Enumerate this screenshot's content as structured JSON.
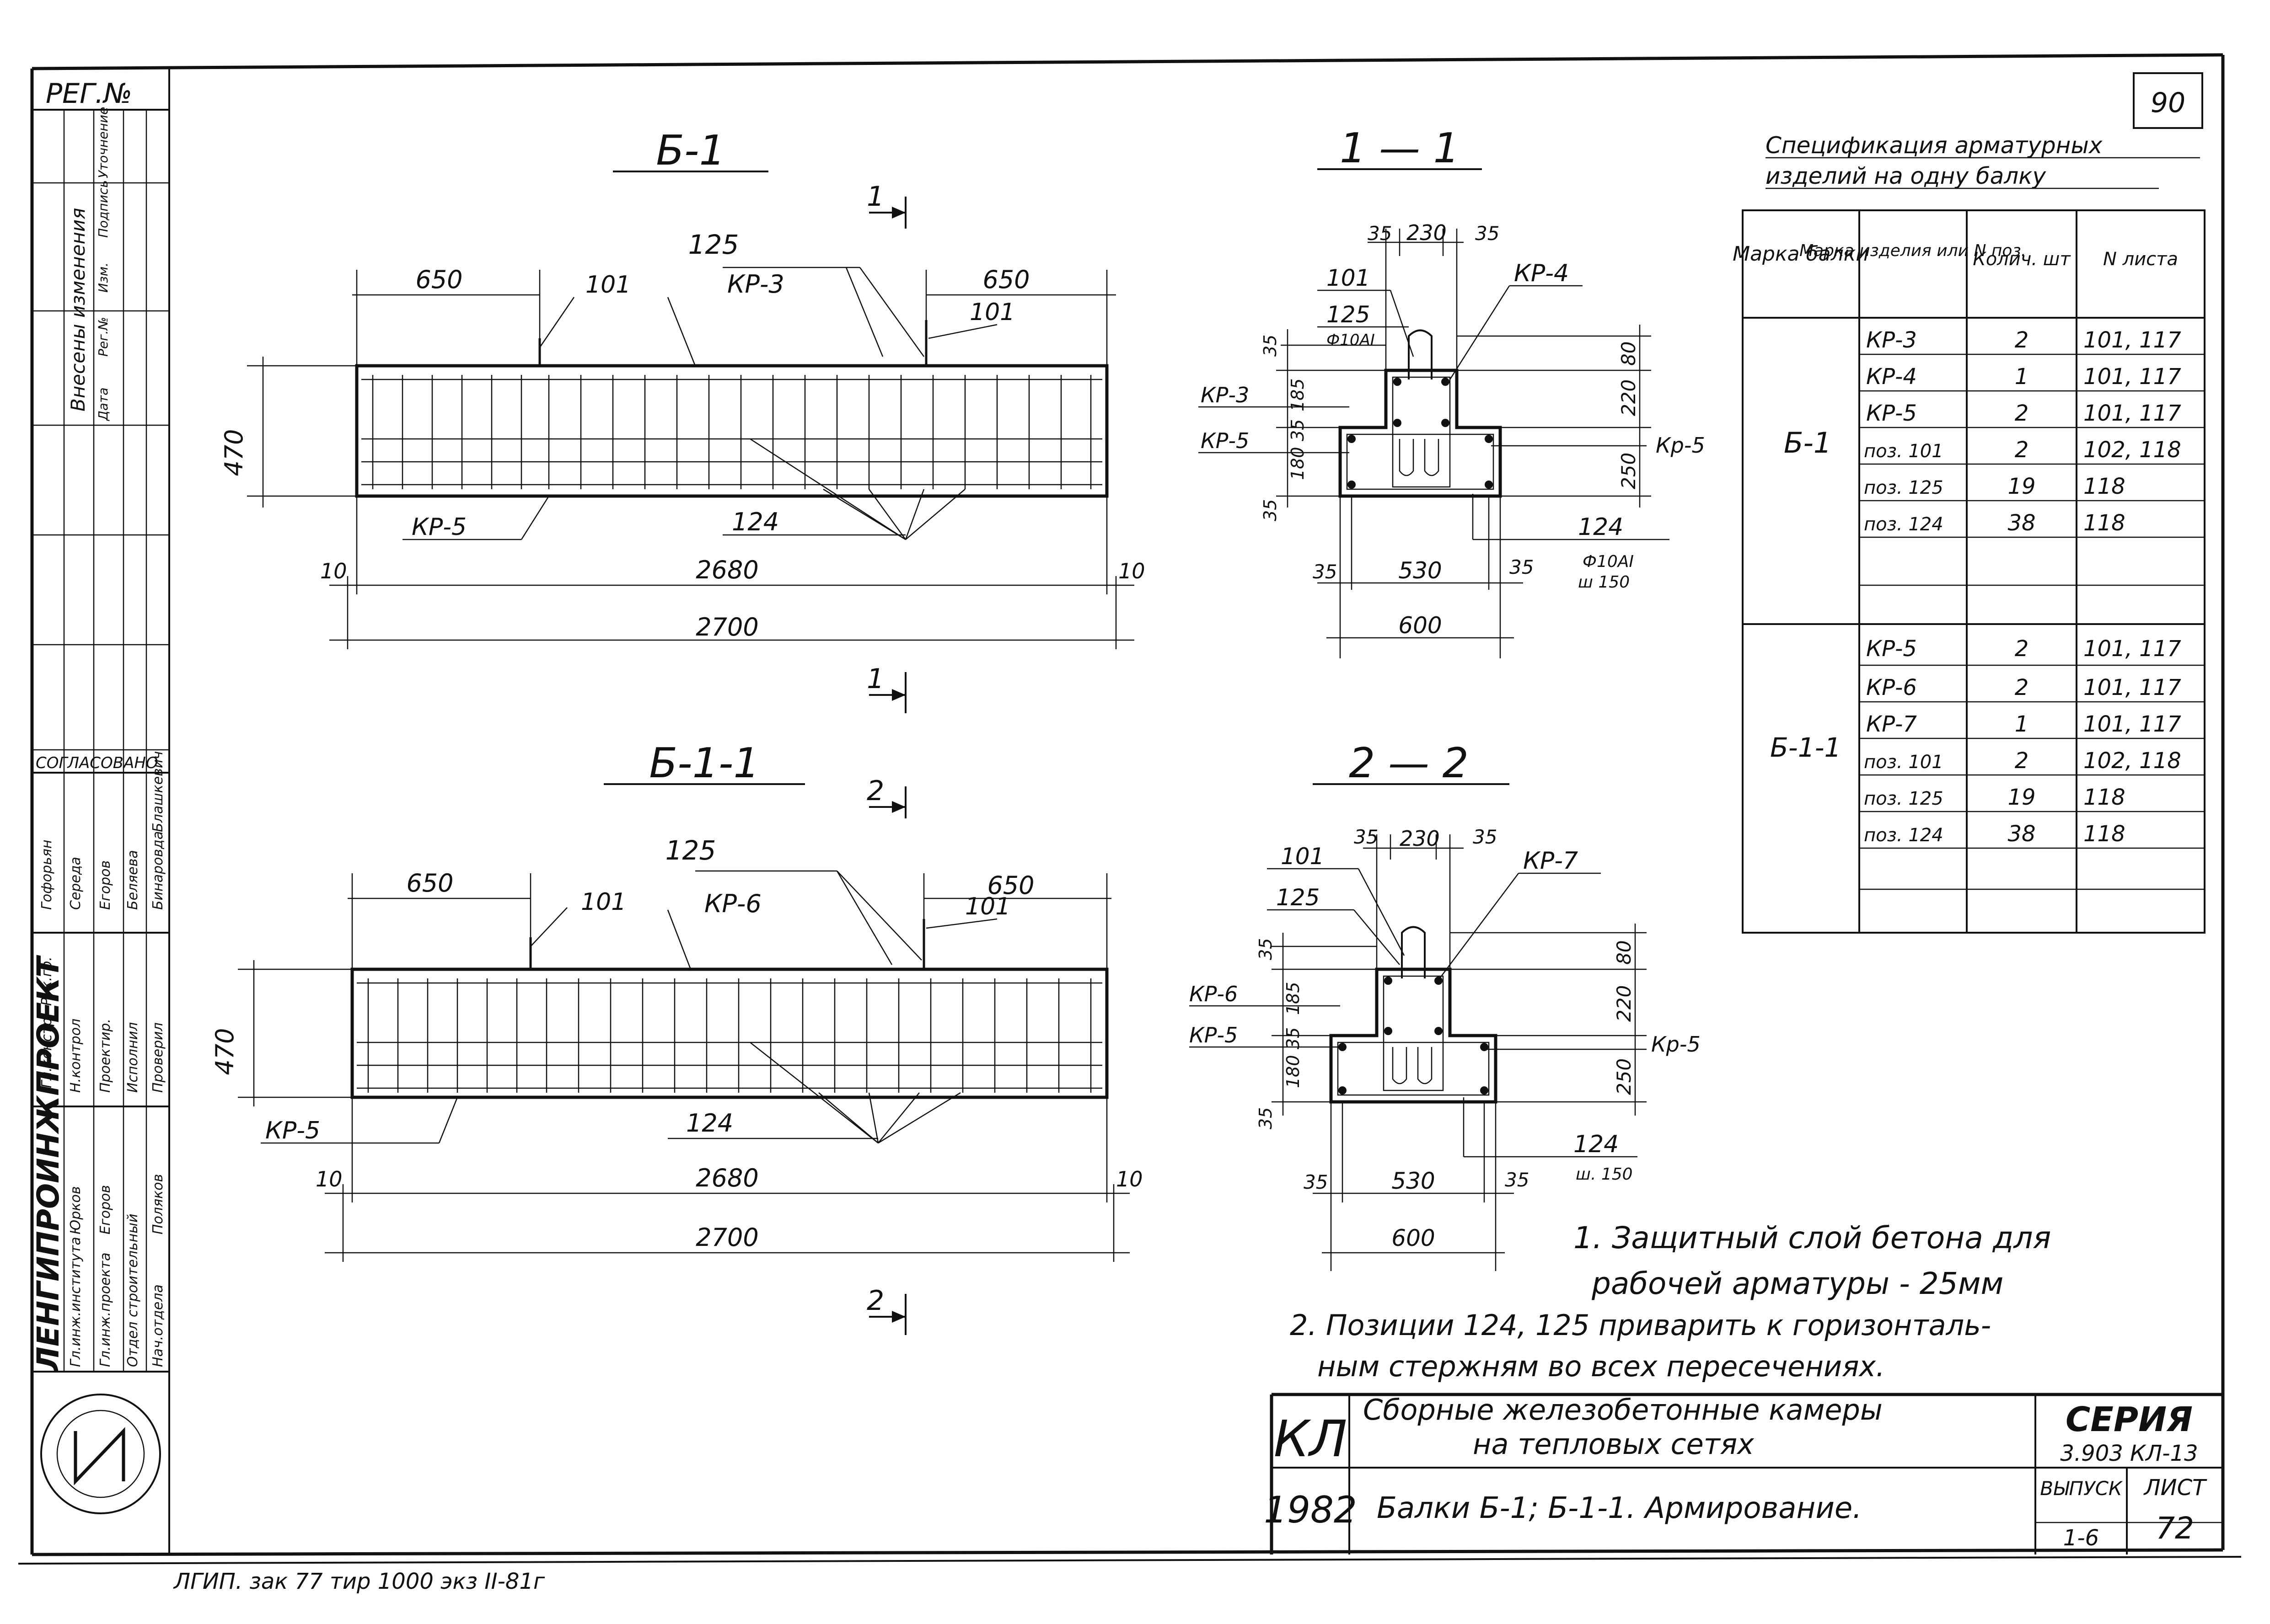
{
  "sheet": {
    "page_number": "90",
    "sheet_number": "72",
    "reg_label": "РЕГ.№",
    "bottom_stamp": "ЛГИП. зак 77 тир 1000 экз II-81г"
  },
  "left_strip": {
    "changes_header": "Внесены изменения",
    "changes_cols": [
      "Дата",
      "Рег.№",
      "Изм.",
      "Подпись",
      "Уточнение"
    ],
    "agreed": "СОГЛАСОВАНО",
    "roles": [
      "Гл.констр.",
      "Рук.гр.",
      "Н.контрол",
      "Проектир.",
      "Исполнил",
      "Проверил"
    ],
    "names": [
      "Гофорьян",
      "Середа",
      "Егоров",
      "Беляева",
      "Бинаровда",
      "Блашкевич"
    ],
    "institute": "ЛЕНГИПРОИНЖПРОЕКТ",
    "staff": [
      "Гл.инж.института",
      "Гл.инж.проекта",
      "Отдел строительный",
      "Нач.отдела"
    ],
    "staff_names": [
      "Юрков",
      "Егоров",
      "Поляков"
    ]
  },
  "views": {
    "b1": {
      "title": "Б-1",
      "dims": {
        "total": "2700",
        "inner": "2680",
        "end_gap": "10",
        "left": "650",
        "right": "650",
        "height": "470",
        "mid": "125"
      },
      "labels": {
        "kr_top": "КР-3",
        "kr_bottom": "КР-5",
        "pos_top_left": "101",
        "pos_top_right": "101",
        "pos_bottom": "124"
      },
      "section_mark": "1"
    },
    "b11": {
      "title": "Б-1-1",
      "dims": {
        "total": "2700",
        "inner": "2680",
        "end_gap": "10",
        "left": "650",
        "right": "650",
        "height": "470",
        "mid": "125"
      },
      "labels": {
        "kr_top": "КР-6",
        "kr_bottom": "КР-5",
        "pos_top_left": "101",
        "pos_top_right": "101",
        "pos_bottom": "124"
      },
      "section_mark": "2"
    },
    "s11": {
      "title": "1 — 1",
      "dims": {
        "top_left": "35",
        "top_mid": "230",
        "top_right": "35",
        "v1": "35",
        "v2": "185",
        "v3": "35",
        "v4": "180",
        "v5": "35",
        "r1": "80",
        "r2": "220",
        "r3": "250",
        "bottom_inner": "530",
        "bottom_left": "35",
        "bottom_right": "35",
        "bottom_total": "600"
      },
      "labels": {
        "p101": "101",
        "p125": "125",
        "bar125": "Ф10АI",
        "kr_top": "КР-4",
        "kr_left1": "КР-3",
        "kr_left2": "КР-5",
        "kr_right": "Кр-5",
        "p124": "124",
        "bar124": "Ф10АI",
        "step": "ш 150"
      }
    },
    "s22": {
      "title": "2 — 2",
      "dims": {
        "top_left": "35",
        "top_mid": "230",
        "top_right": "35",
        "v1": "35",
        "v2": "185",
        "v3": "35",
        "v4": "180",
        "v5": "35",
        "r1": "80",
        "r2": "220",
        "r3": "250",
        "bottom_inner": "530",
        "bottom_left": "35",
        "bottom_right": "35",
        "bottom_total": "600"
      },
      "labels": {
        "p101": "101",
        "p125": "125",
        "kr_top": "КР-7",
        "kr_left1": "КР-6",
        "kr_left2": "КР-5",
        "kr_right": "Кр-5",
        "p124": "124",
        "step": "ш. 150"
      }
    }
  },
  "spec": {
    "title_line1": "Спецификация арматурных",
    "title_line2": "изделий на одну балку",
    "headers": [
      "Марка балки",
      "Марка изделия или N поз.",
      "Колич. шт",
      "N листа"
    ],
    "groups": [
      {
        "beam": "Б-1",
        "rows": [
          [
            "КР-3",
            "2",
            "101, 117"
          ],
          [
            "КР-4",
            "1",
            "101, 117"
          ],
          [
            "КР-5",
            "2",
            "101, 117"
          ],
          [
            "поз. 101",
            "2",
            "102, 118"
          ],
          [
            "поз. 125",
            "19",
            "118"
          ],
          [
            "поз. 124",
            "38",
            "118"
          ]
        ]
      },
      {
        "beam": "Б-1-1",
        "rows": [
          [
            "КР-5",
            "2",
            "101, 117"
          ],
          [
            "КР-6",
            "2",
            "101, 117"
          ],
          [
            "КР-7",
            "1",
            "101, 117"
          ],
          [
            "поз. 101",
            "2",
            "102, 118"
          ],
          [
            "поз. 125",
            "19",
            "118"
          ],
          [
            "поз. 124",
            "38",
            "118"
          ]
        ]
      }
    ]
  },
  "notes": [
    "1. Защитный слой бетона для",
    "рабочей арматуры - 25мм",
    "2. Позиции 124, 125 приварить к горизонталь-",
    "ным стержням во всех пересечениях."
  ],
  "title_block": {
    "code": "КЛ",
    "year": "1982",
    "line1": "Сборные железобетонные камеры",
    "line2": "на тепловых сетях",
    "line3": "Балки Б-1; Б-1-1. Армирование.",
    "series_label": "СЕРИЯ",
    "series_value": "3.903 КЛ-13",
    "issue_label": "ВЫПУСК",
    "issue_value": "1-6",
    "sheet_label": "ЛИСТ"
  }
}
